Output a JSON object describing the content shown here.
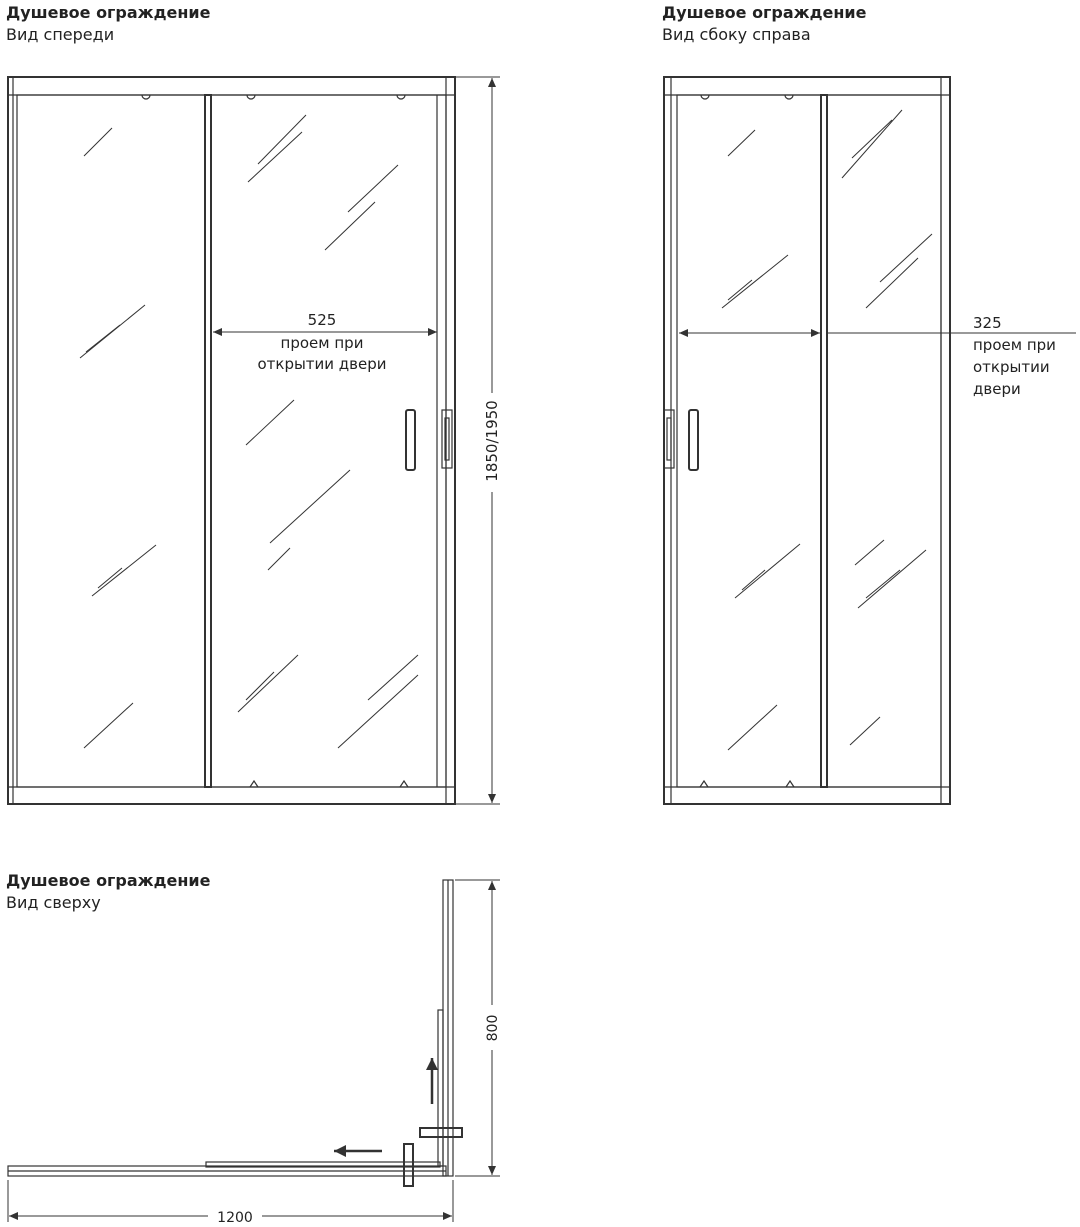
{
  "views": {
    "front": {
      "title": "Душевое ограждение",
      "subtitle": "Вид спереди"
    },
    "side": {
      "title": "Душевое ограждение",
      "subtitle": "Вид сбоку справа"
    },
    "top": {
      "title": "Душевое ограждение",
      "subtitle": "Вид сверху"
    }
  },
  "dimensions": {
    "front_opening_value": "525",
    "front_opening_line1": "проем при",
    "front_opening_line2": "открытии двери",
    "front_height": "1850/1950",
    "side_opening_value": "325",
    "side_opening_line1": "проем при",
    "side_opening_line2": "открытии",
    "side_opening_line3": "двери",
    "top_depth": "800",
    "top_width": "1200"
  }
}
